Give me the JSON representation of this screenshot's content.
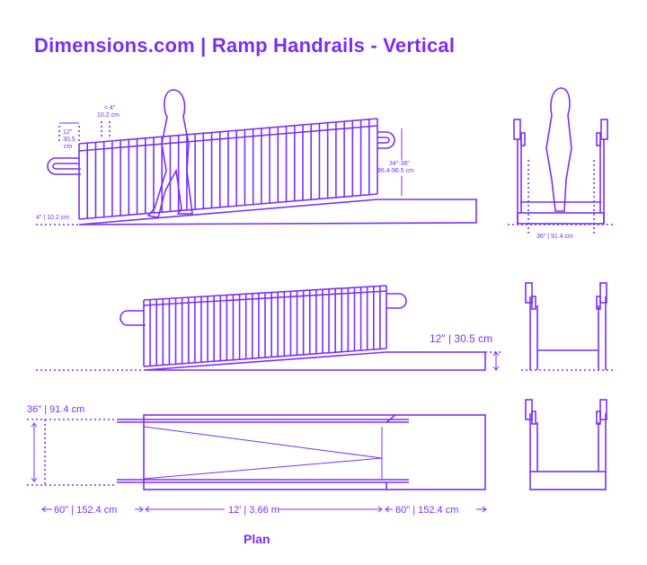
{
  "title": "Dimensions.com | Ramp Handrails - Vertical",
  "labels": {
    "grip_in": "12\"",
    "grip_cm": "30.5",
    "grip_unit": "cm",
    "spacing_in": "< 4\"",
    "spacing_cm": "10.2 cm",
    "curb": "4\" | 10.2 cm",
    "rail_height_in": "34\"-38\"",
    "rail_height_cm": "86.4-96.5 cm",
    "front_width": "36\" | 91.4 cm",
    "rise": "12\" | 30.5 cm",
    "plan_width": "36\" | 91.4 cm",
    "landing_left": "60\" | 152.4 cm",
    "run": "12' | 3.66 m",
    "landing_right": "60\" | 152.4 cm",
    "plan": "Plan"
  },
  "colors": {
    "accent": "#7b2ff7"
  }
}
